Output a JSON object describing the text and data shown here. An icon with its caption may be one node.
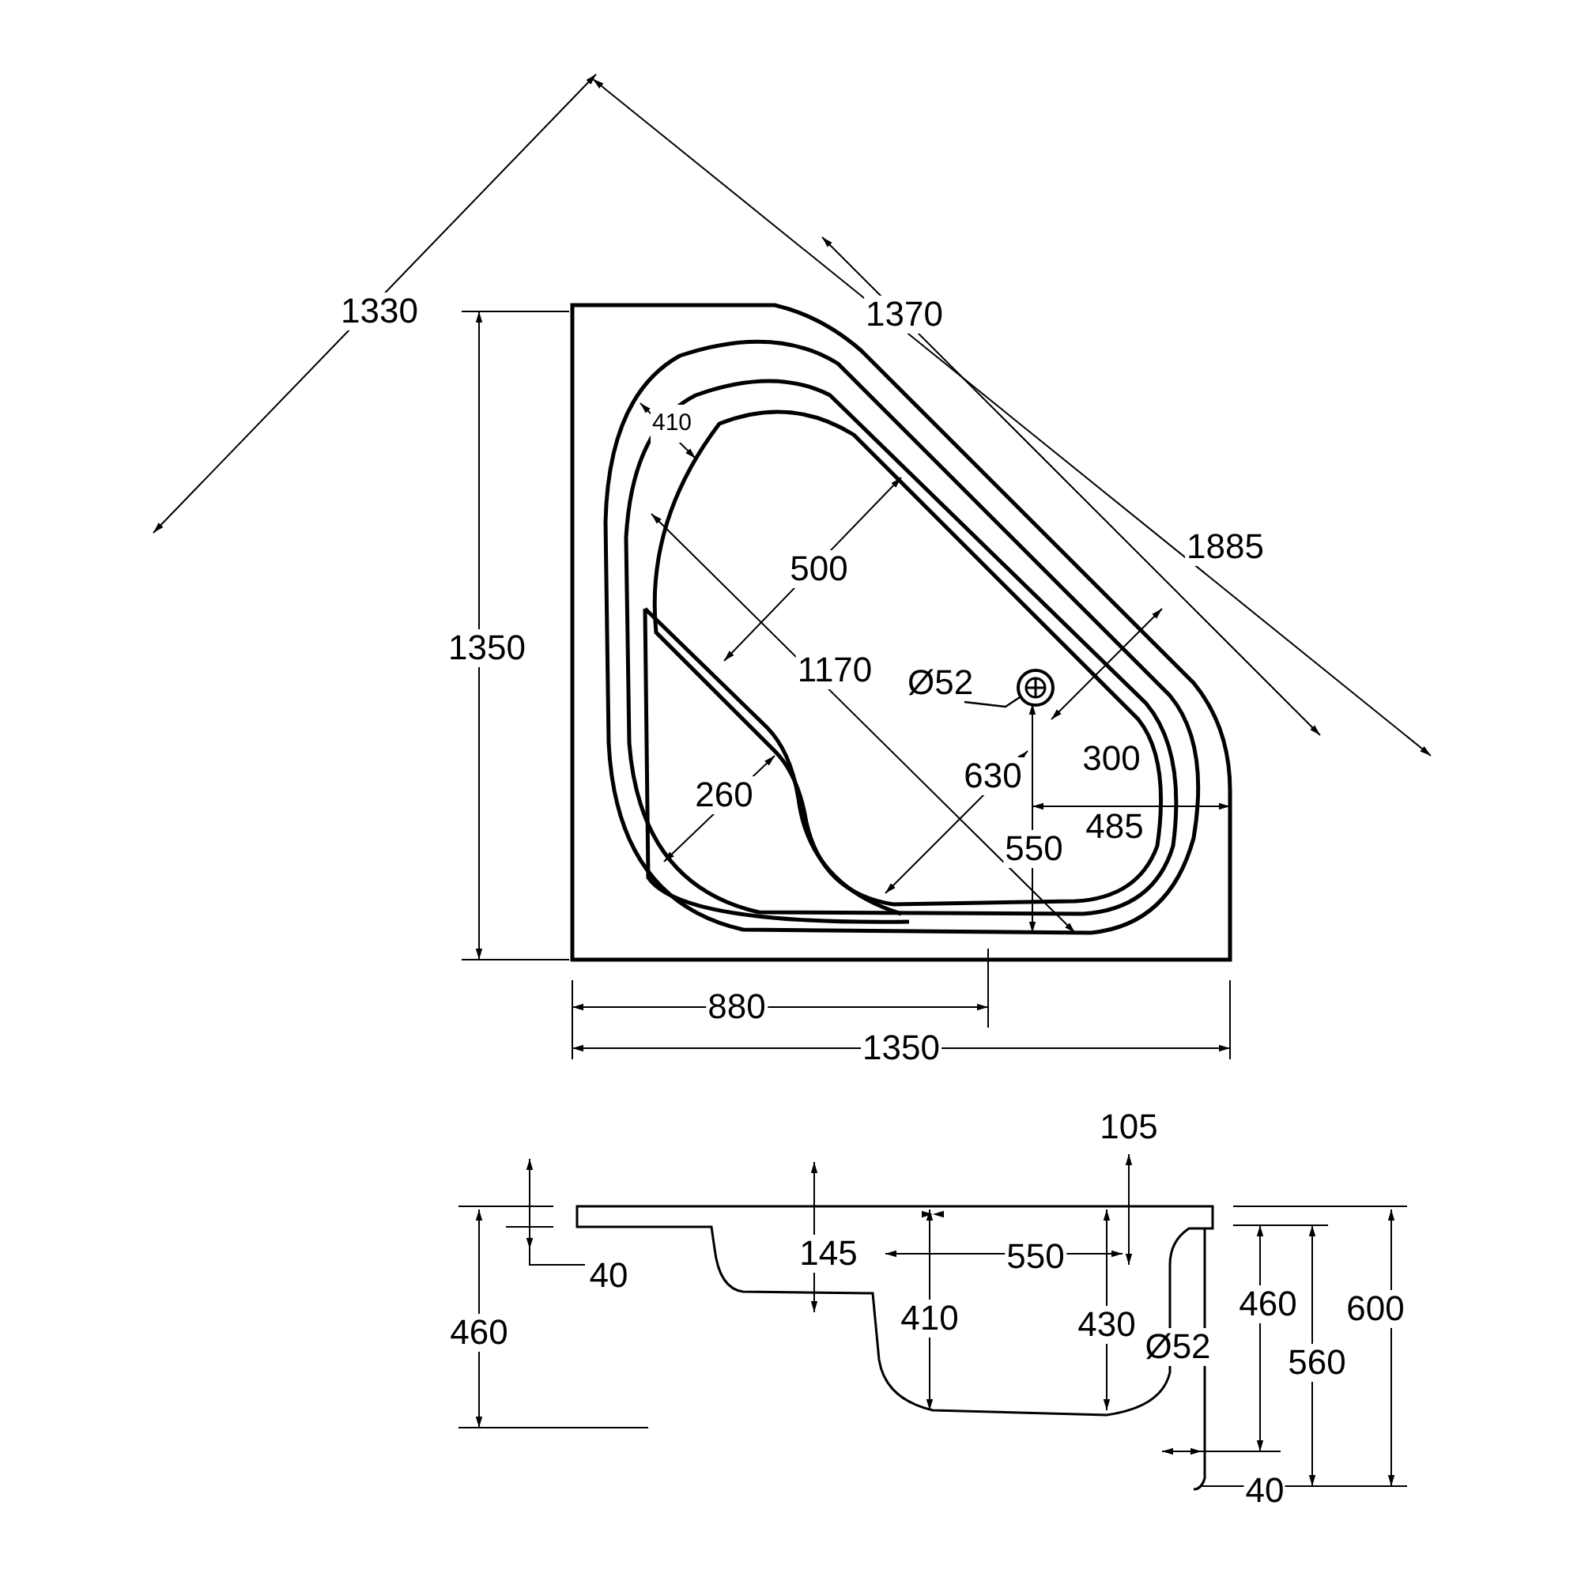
{
  "diagram": {
    "nodes": [
      {
        "text": [
          "Ø52"
        ]
      },
      {
        "text": [],
        "shape": "circle"
      }
    ],
    "edges": [
      {
        "from": 0,
        "to": 1,
        "arrow": "none"
      }
    ],
    "labels": [
      "1330",
      "1370",
      "410",
      "1885",
      "500",
      "1350",
      "1170",
      "300",
      "630",
      "260",
      "485",
      "550",
      "880",
      "1350",
      "105",
      "145",
      "550",
      "40",
      "460",
      "600",
      "410",
      "430",
      "460",
      "Ø52",
      "560",
      "40"
    ]
  }
}
